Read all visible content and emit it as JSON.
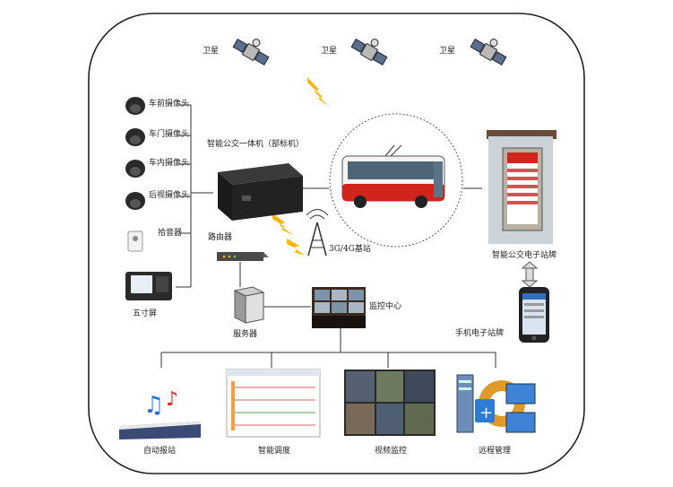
{
  "satellites": [
    {
      "label": "卫星"
    },
    {
      "label": "卫星"
    },
    {
      "label": "卫星"
    }
  ],
  "cameras": [
    {
      "label": "车前摄像头"
    },
    {
      "label": "车门摄像头"
    },
    {
      "label": "车内摄像头"
    },
    {
      "label": "后视摄像头"
    }
  ],
  "pickup": {
    "label": "拾音器"
  },
  "screen": {
    "label": "五寸屏"
  },
  "dvr": {
    "label": "智能公交一体机（部标机）"
  },
  "router": {
    "label": "路由器"
  },
  "base_station": {
    "label": "3G/4G基站"
  },
  "server": {
    "label": "服务器"
  },
  "monitor_center": {
    "label": "监控中心"
  },
  "bus_stop_sign": {
    "label": "智能公交电子站牌"
  },
  "mobile_sign": {
    "label": "手机电子站牌"
  },
  "functions": [
    {
      "label": "自动报站"
    },
    {
      "label": "智能调度"
    },
    {
      "label": "视频监控"
    },
    {
      "label": "远程管理"
    }
  ],
  "colors": {
    "line": "#333333",
    "lightning": "#f5b800",
    "bus_red": "#d0241c",
    "frame": "#222222"
  }
}
